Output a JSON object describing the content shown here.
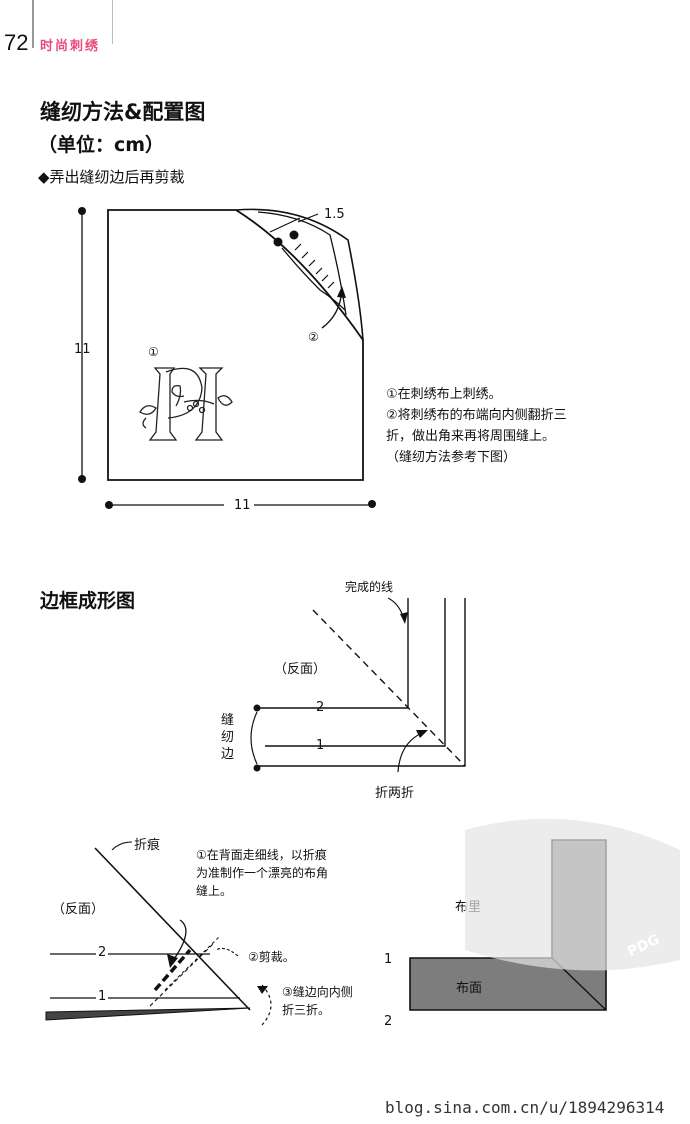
{
  "header": {
    "page_number": "72",
    "book_title": "时尚刺绣"
  },
  "section1": {
    "title": "缝纫方法&配置图",
    "unit": "（单位：cm）",
    "note": "◆弄出缝纫边后再剪裁",
    "dim_height": "11",
    "dim_width": "11",
    "dim_corner": "1.5",
    "marker_1": "①",
    "marker_2": "②",
    "steps": [
      "①在刺绣布上刺绣。",
      "②将刺绣布的布端向内侧翻折三",
      "折，做出角来再将周围缝上。",
      "（缝纫方法参考下图）"
    ]
  },
  "section2": {
    "title": "边框成形图",
    "finish_line": "完成的线",
    "reverse_side": "（反面）",
    "seam_allowance": [
      "缝",
      "纫",
      "边"
    ],
    "line_2": "2",
    "line_1": "1",
    "fold_twice": "折两折",
    "crease": "折痕",
    "reverse_side_2": "（反面）",
    "step_1": [
      "①在背面走细线，以折痕",
      "为准制作一个漂亮的布角",
      "缝上。"
    ],
    "step_2": "②剪裁。",
    "step_3": [
      "③缝边向内侧",
      "折三折。"
    ],
    "lining": "布里",
    "face": "布面",
    "right_1": "1",
    "right_2": "2"
  },
  "footer": {
    "source": "blog.sina.com.cn/u/1894296314"
  },
  "watermark": {
    "text": "PDG"
  }
}
